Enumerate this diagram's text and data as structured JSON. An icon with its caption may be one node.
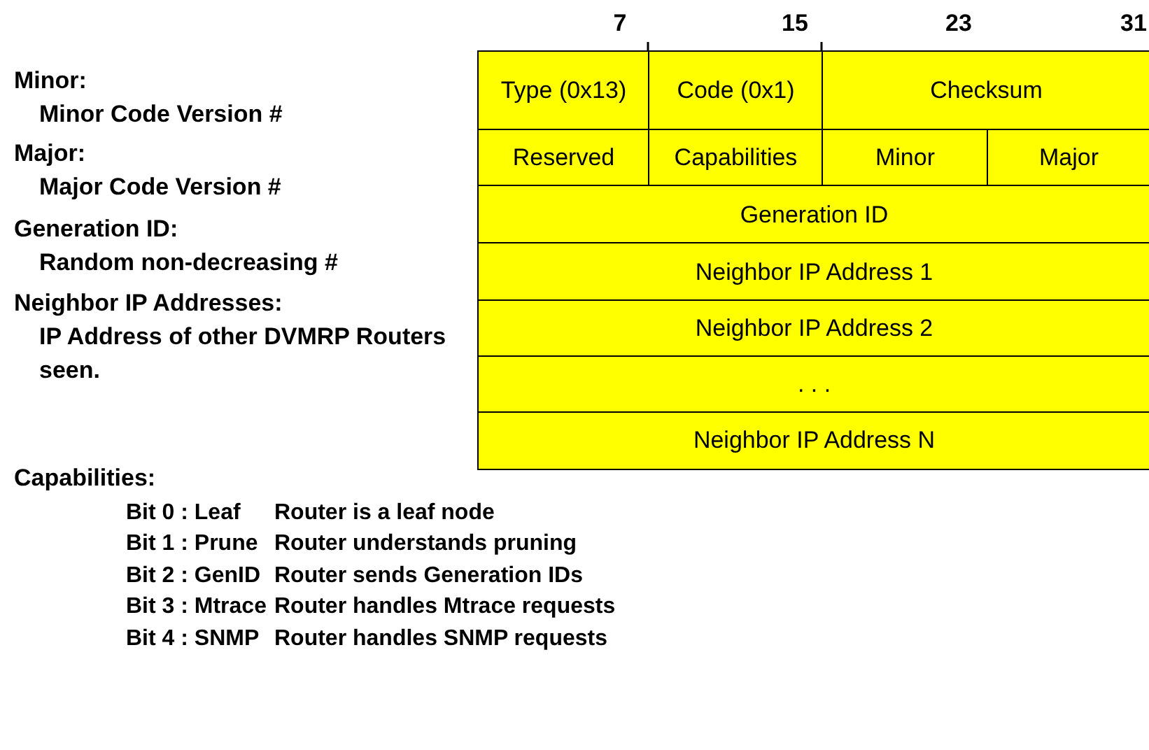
{
  "diagram": {
    "nodes": [
      {
        "text": [
          "Type (0x13)"
        ]
      },
      {
        "text": [
          "Code (0x1)"
        ]
      },
      {
        "text": [
          "Checksum"
        ]
      },
      {
        "text": [
          "Reserved"
        ]
      },
      {
        "text": [
          "Capabilities"
        ]
      },
      {
        "text": [
          "Minor"
        ]
      },
      {
        "text": [
          "Major"
        ]
      },
      {
        "text": [
          "Generation ID"
        ]
      },
      {
        "text": [
          "Neighbor IP Address 1"
        ]
      },
      {
        "text": [
          "Neighbor IP Address 2"
        ]
      },
      {
        "text": [
          ". . ."
        ]
      },
      {
        "text": [
          "Neighbor IP Address N"
        ]
      }
    ],
    "labels": [
      "7",
      "15",
      "23",
      "31",
      "Minor:",
      "Minor Code Version #",
      "Major:",
      "Major Code Version #",
      "Generation ID:",
      "Random non-decreasing #",
      "Neighbor IP Addresses:",
      "IP Address of other DVMRP Routers seen.",
      "Capabilities:",
      "Bit 0 : Leaf",
      "Router is a leaf node",
      "Bit 1 : Prune",
      "Router understands pruning",
      "Bit 2 : GenID",
      "Router sends Generation IDs",
      "Bit 3 : Mtrace",
      "Router handles Mtrace  requests",
      "Bit 4 : SNMP",
      "Router handles SNMP requests"
    ]
  }
}
